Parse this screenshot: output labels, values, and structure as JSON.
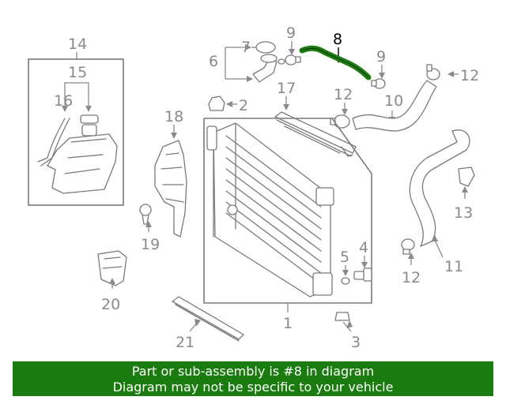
{
  "diagram": {
    "labels": {
      "l1": "1",
      "l2": "2",
      "l3": "3",
      "l4": "4",
      "l5": "5",
      "l6": "6",
      "l7": "7",
      "l8": "8",
      "l9a": "9",
      "l9b": "9",
      "l10": "10",
      "l11": "11",
      "l12a": "12",
      "l12b": "12",
      "l12c": "12",
      "l13": "13",
      "l14": "14",
      "l15": "15",
      "l16": "16",
      "l17": "17",
      "l18": "18",
      "l19": "19",
      "l20": "20",
      "l21": "21"
    },
    "highlight_part": "8",
    "colors": {
      "highlight": "#1a7b0f",
      "lines": "#7a7a7a",
      "labels": "#8a8a8a"
    }
  },
  "banner": {
    "line1": "Part or sub-assembly is #8 in diagram",
    "line2": "Diagram may not be specific to your vehicle"
  }
}
